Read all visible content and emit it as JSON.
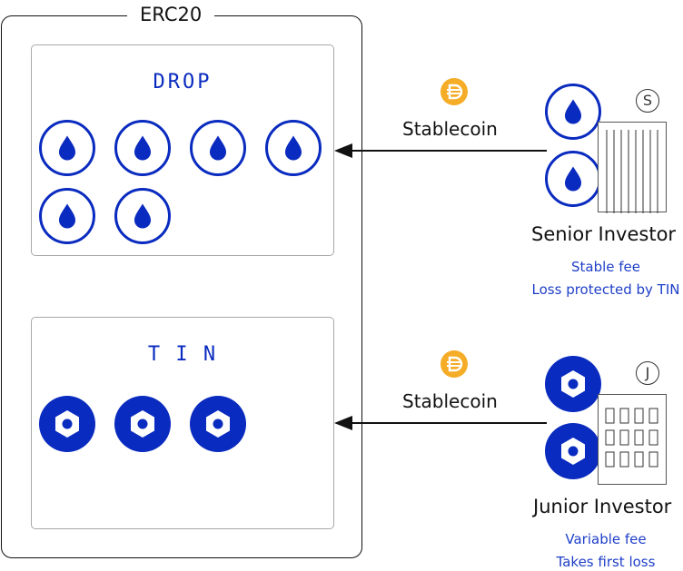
{
  "container": {
    "label": "ERC20"
  },
  "drop_panel": {
    "title": "DROP",
    "token_count": 6,
    "token_icon": "water-drop-icon"
  },
  "tin_panel": {
    "title": "T I N",
    "token_count": 3,
    "token_icon": "hex-nut-icon"
  },
  "flows": [
    {
      "label": "Stablecoin",
      "coin_icon": "dai-coin-icon",
      "direction": "right-to-left",
      "target": "DROP"
    },
    {
      "label": "Stablecoin",
      "coin_icon": "dai-coin-icon",
      "direction": "right-to-left",
      "target": "TIN"
    }
  ],
  "investors": [
    {
      "name": "Senior Investor",
      "badge": "S",
      "token": "DROP",
      "notes": [
        "Stable fee",
        "Loss protected by TIN"
      ]
    },
    {
      "name": "Junior Investor",
      "badge": "J",
      "token": "TIN",
      "notes": [
        "Variable fee",
        "Takes first loss"
      ]
    }
  ],
  "colors": {
    "token_blue": "#0a2bbf",
    "dai_gold": "#f5ac27",
    "note_blue": "#1f3fc8"
  }
}
